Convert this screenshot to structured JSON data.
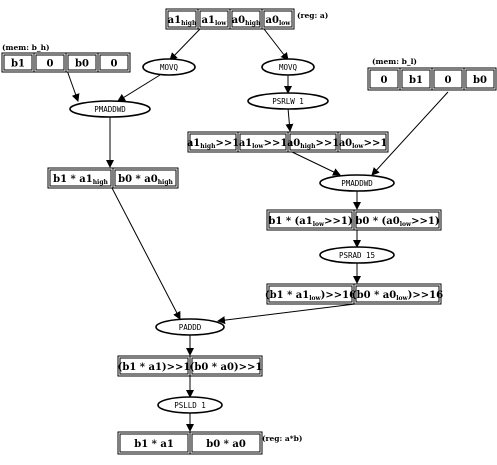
{
  "notes": {
    "reg_a": "(reg: a)",
    "mem_bh": "(mem: b_h)",
    "mem_bl": "(mem: b_l)",
    "reg_ab": "(reg: a*b)"
  },
  "reg_a_cells": [
    {
      "main": "a1",
      "sub": "high"
    },
    {
      "main": "a1",
      "sub": "low"
    },
    {
      "main": "a0",
      "sub": "high"
    },
    {
      "main": "a0",
      "sub": "low"
    }
  ],
  "bh_cells": [
    "b1",
    "0",
    "b0",
    "0"
  ],
  "bl_cells": [
    "0",
    "b1",
    "0",
    "b0"
  ],
  "ops": {
    "movq_left": "MOVQ",
    "movq_right": "MOVQ",
    "phaddwd_left": "PMADDWD",
    "psrlw": "PSRLW  1",
    "phaddwd_right": "PMADDWD",
    "psrad": "PSRAD  15",
    "paddd": "PADDD",
    "pslld": "PSLLD  1"
  },
  "shift_cells": [
    {
      "pre": "a1",
      "sub": "high",
      "post": ">>1"
    },
    {
      "pre": "a1",
      "sub": "low",
      "post": ">>1"
    },
    {
      "pre": "a0",
      "sub": "high",
      "post": ">>1"
    },
    {
      "pre": "a0",
      "sub": "low",
      "post": ">>1"
    }
  ],
  "left_prod_cells": [
    {
      "pre": "b1 * a1",
      "sub": "high",
      "post": ""
    },
    {
      "pre": "b0 * a0",
      "sub": "high",
      "post": ""
    }
  ],
  "right_prod_cells": [
    {
      "pre": "b1 * (a1",
      "sub": "low",
      "post": ">>1)"
    },
    {
      "pre": "b0 * (a0",
      "sub": "low",
      "post": ">>1)"
    }
  ],
  "psrad_cells": [
    {
      "pre": "(b1 * a1",
      "sub": "low",
      "post": ")>>16"
    },
    {
      "pre": "(b0 * a0",
      "sub": "low",
      "post": ")>>16"
    }
  ],
  "sum_cells": [
    "(b1 * a1)>>1",
    "(b0 * a0)>>1"
  ],
  "result_cells": [
    "b1 * a1",
    "b0 * a0"
  ]
}
